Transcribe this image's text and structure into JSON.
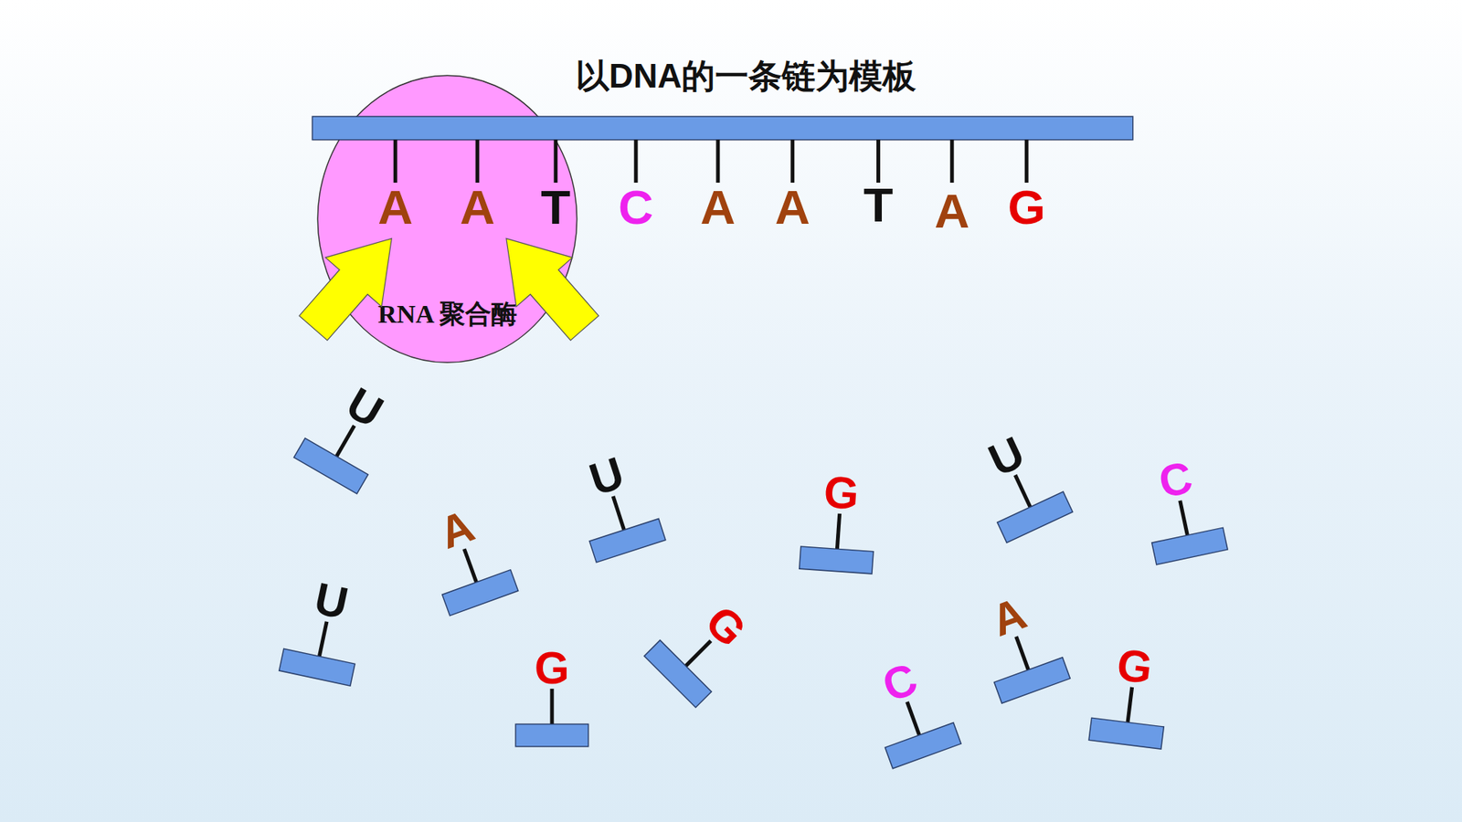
{
  "diagram": {
    "title": "以DNA的一条链为模板",
    "nodes": [
      {
        "text": [
          "RNA 聚合酶"
        ]
      }
    ],
    "labels": [
      "A",
      "A",
      "T",
      "C",
      "A",
      "A",
      "T",
      "A",
      "G",
      "U",
      "A",
      "U",
      "G",
      "U",
      "C",
      "U",
      "G",
      "G",
      "C",
      "A",
      "G"
    ]
  }
}
